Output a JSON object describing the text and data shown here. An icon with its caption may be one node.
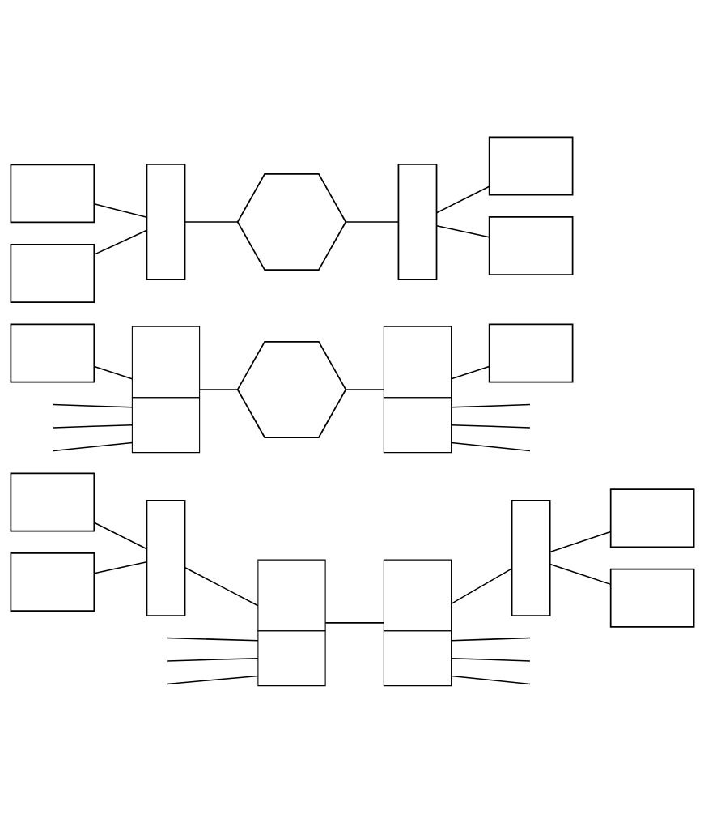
{
  "diagram": {
    "nodes": [
      {
        "text": [],
        "shape": "box"
      },
      {
        "text": [],
        "shape": "box"
      },
      {
        "text": [],
        "shape": "bar"
      },
      {
        "text": [],
        "shape": "bracket"
      },
      {
        "text": [],
        "shape": "bar"
      },
      {
        "text": [],
        "shape": "box"
      },
      {
        "text": [],
        "shape": "box"
      },
      {
        "text": [],
        "shape": "box"
      },
      {
        "text": [],
        "shape": "box"
      },
      {
        "text": [],
        "shape": "bracket"
      },
      {
        "text": [],
        "shape": "box"
      },
      {
        "text": [],
        "shape": "box"
      },
      {
        "text": [],
        "shape": "box"
      },
      {
        "text": [],
        "shape": "box"
      },
      {
        "text": [],
        "shape": "bar"
      },
      {
        "text": [],
        "shape": "box"
      },
      {
        "text": [],
        "shape": "box"
      },
      {
        "text": [],
        "shape": "bar"
      },
      {
        "text": [],
        "shape": "box"
      },
      {
        "text": [],
        "shape": "box"
      }
    ],
    "edges": [
      {
        "from": 0,
        "to": 2,
        "arrow": "none"
      },
      {
        "from": 1,
        "to": 2,
        "arrow": "none"
      },
      {
        "from": 2,
        "to": 3,
        "arrow": "none"
      },
      {
        "from": 3,
        "to": 4,
        "arrow": "none"
      },
      {
        "from": 4,
        "to": 5,
        "arrow": "none"
      },
      {
        "from": 4,
        "to": 6,
        "arrow": "none"
      },
      {
        "from": 7,
        "to": 8,
        "arrow": "none"
      },
      {
        "from": 8,
        "to": 9,
        "arrow": "none"
      },
      {
        "from": 9,
        "to": 10,
        "arrow": "none"
      },
      {
        "from": 10,
        "to": 11,
        "arrow": "none"
      },
      {
        "from": null,
        "to": 8,
        "arrow": "none"
      },
      {
        "from": null,
        "to": 8,
        "arrow": "none"
      },
      {
        "from": null,
        "to": 8,
        "arrow": "none"
      },
      {
        "from": 10,
        "to": null,
        "arrow": "none"
      },
      {
        "from": 10,
        "to": null,
        "arrow": "none"
      },
      {
        "from": 10,
        "to": null,
        "arrow": "none"
      },
      {
        "from": 12,
        "to": 14,
        "arrow": "none"
      },
      {
        "from": 13,
        "to": 14,
        "arrow": "none"
      },
      {
        "from": 14,
        "to": 15,
        "arrow": "none"
      },
      {
        "from": 15,
        "to": 16,
        "arrow": "none"
      },
      {
        "from": 16,
        "to": 17,
        "arrow": "none"
      },
      {
        "from": 17,
        "to": 18,
        "arrow": "none"
      },
      {
        "from": 17,
        "to": 19,
        "arrow": "none"
      },
      {
        "from": null,
        "to": 15,
        "arrow": "none"
      },
      {
        "from": null,
        "to": 15,
        "arrow": "none"
      },
      {
        "from": null,
        "to": 15,
        "arrow": "none"
      },
      {
        "from": 16,
        "to": null,
        "arrow": "none"
      },
      {
        "from": 16,
        "to": null,
        "arrow": "none"
      },
      {
        "from": 16,
        "to": null,
        "arrow": "none"
      }
    ]
  }
}
